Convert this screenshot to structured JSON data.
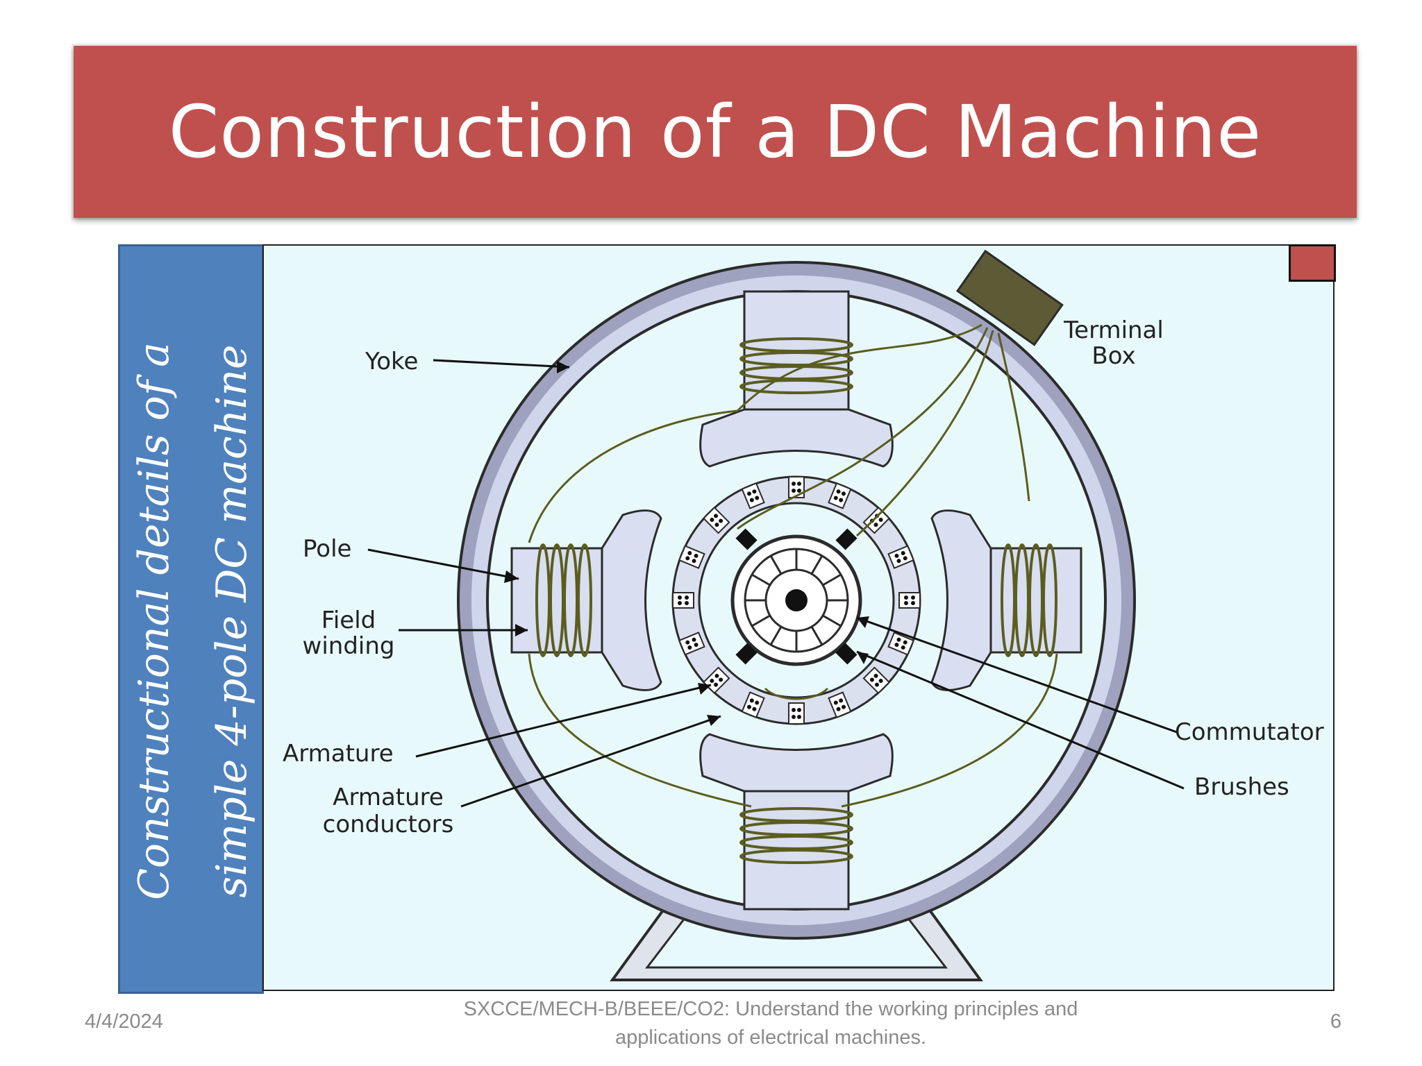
{
  "slide": {
    "title": "Construction of a DC Machine",
    "side_caption_line1": "Constructional details of a",
    "side_caption_line2": "simple 4-pole DC machine"
  },
  "diagram": {
    "labels": {
      "yoke": "Yoke",
      "pole": "Pole",
      "field_winding_1": "Field",
      "field_winding_2": "winding",
      "armature": "Armature",
      "armature_conductors_1": "Armature",
      "armature_conductors_2": "conductors",
      "terminal_box_1": "Terminal",
      "terminal_box_2": "Box",
      "commutator": "Commutator",
      "brushes": "Brushes"
    }
  },
  "footer": {
    "date": "4/4/2024",
    "course_line1": "SXCCE/MECH-B/BEEE/CO2: Understand the working principles and",
    "course_line2": "applications of electrical machines.",
    "page_number": "6"
  },
  "colors": {
    "title_bar": "#c0504d",
    "side_panel": "#4f81bd",
    "diagram_bg": "#e8f9fb",
    "yoke": "#a9acc6",
    "pole": "#d9dff0"
  }
}
